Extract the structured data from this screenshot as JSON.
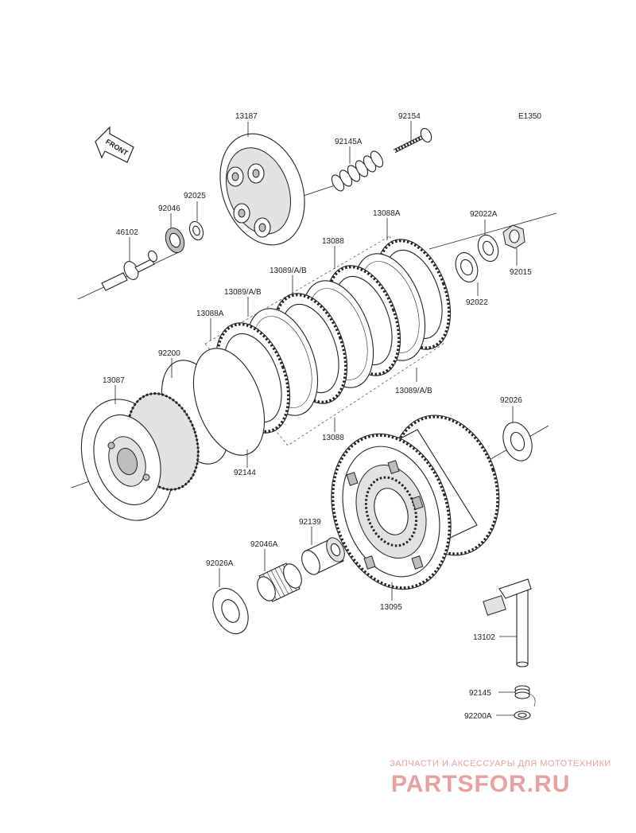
{
  "diagram": {
    "code": "E1350",
    "front_label": "FRONT",
    "labels": {
      "p13187": "13187",
      "p92154": "92154",
      "p92145A": "92145A",
      "p92025": "92025",
      "p92046": "92046",
      "p46102": "46102",
      "p13088A_top": "13088A",
      "p92022A": "92022A",
      "p92015": "92015",
      "p13088_top": "13088",
      "p13089AB_upper": "13089/A/B",
      "p92022": "92022",
      "p13089AB_left": "13089/A/B",
      "p13088A_left": "13088A",
      "p92200": "92200",
      "p13087": "13087",
      "p13089AB_right": "13089/A/B",
      "p13088_bottom": "13088",
      "p92144": "92144",
      "p92026": "92026",
      "p92139": "92139",
      "p92046A": "92046A",
      "p92026A": "92026A",
      "p13095": "13095",
      "p13102": "13102",
      "p92145": "92145",
      "p92200A": "92200A"
    }
  },
  "watermark": {
    "tagline": "ЗАПЧАСТИ И АКСЕССУАРЫ ДЛЯ МОТОТЕХНИКИ",
    "brand": "PARTSFOR.RU",
    "color": "#e9a0a0"
  }
}
